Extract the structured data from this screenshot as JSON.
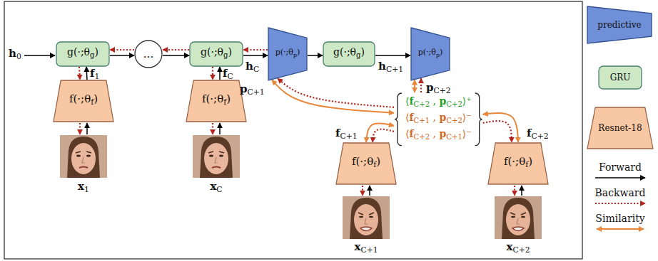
{
  "diagram": {
    "nodes": [
      {
        "text": [
          "g(·;θg)"
        ]
      },
      {
        "text": [
          "..."
        ]
      },
      {
        "text": [
          "g(·;θg)"
        ]
      },
      {
        "text": [
          "p(·;θp)"
        ]
      },
      {
        "text": [
          "g(·;θg)"
        ]
      },
      {
        "text": [
          "p(·;θp)"
        ]
      },
      {
        "text": [
          "⟨fC+2 , pC+2⟩⁺",
          "⟨fC+1 , pC+2⟩⁻",
          "⟨fC+2 , pC+1⟩⁻"
        ]
      },
      {
        "text": [
          "f(·;θf)"
        ]
      },
      {
        "text": [
          "f(·;θf)"
        ]
      },
      {
        "text": [
          "f(·;θf)"
        ]
      },
      {
        "text": [
          "f(·;θf)"
        ]
      }
    ],
    "edges": [
      {
        "from": 0,
        "to": 1,
        "arrow": "to"
      },
      {
        "from": 1,
        "to": 2,
        "arrow": "to"
      },
      {
        "from": 2,
        "to": 3,
        "arrow": "to"
      },
      {
        "from": 3,
        "to": 4,
        "arrow": "to"
      },
      {
        "from": 4,
        "to": 5,
        "arrow": "to"
      },
      {
        "from": 7,
        "to": 0,
        "arrow": "to"
      },
      {
        "from": 8,
        "to": 2,
        "arrow": "to"
      },
      {
        "from": 1,
        "to": 0,
        "arrow": "to"
      },
      {
        "from": 2,
        "to": 1,
        "arrow": "to"
      },
      {
        "from": 3,
        "to": 2,
        "arrow": "to"
      },
      {
        "from": 0,
        "to": 7,
        "arrow": "to"
      },
      {
        "from": 2,
        "to": 8,
        "arrow": "to"
      },
      {
        "from": 3,
        "to": 6,
        "arrow": "both"
      },
      {
        "from": 9,
        "to": 6,
        "arrow": "both"
      },
      {
        "from": 5,
        "to": 6,
        "arrow": "both"
      },
      {
        "from": 10,
        "to": 6,
        "arrow": "both"
      },
      {
        "from": 6,
        "to": 3,
        "arrow": "to"
      },
      {
        "from": 6,
        "to": 9,
        "arrow": "to"
      },
      {
        "from": 6,
        "to": 5,
        "arrow": "to"
      },
      {
        "from": 6,
        "to": 10,
        "arrow": "to"
      }
    ],
    "labels": [
      "h0",
      "f1",
      "fC",
      "hC",
      "pC+1",
      "hC+1",
      "pC+2",
      "fC+1",
      "fC+2",
      "x1",
      "xC",
      "xC+1",
      "xC+2"
    ],
    "legend": [
      {
        "text": "predictive",
        "color": "#6f8fd8"
      },
      {
        "text": "GRU",
        "color": "#cde8c5"
      },
      {
        "text": "Resnet-18",
        "color": "#f8c7a3"
      },
      {
        "text": "Forward"
      },
      {
        "text": "Backward"
      },
      {
        "text": "Similarity"
      }
    ]
  }
}
